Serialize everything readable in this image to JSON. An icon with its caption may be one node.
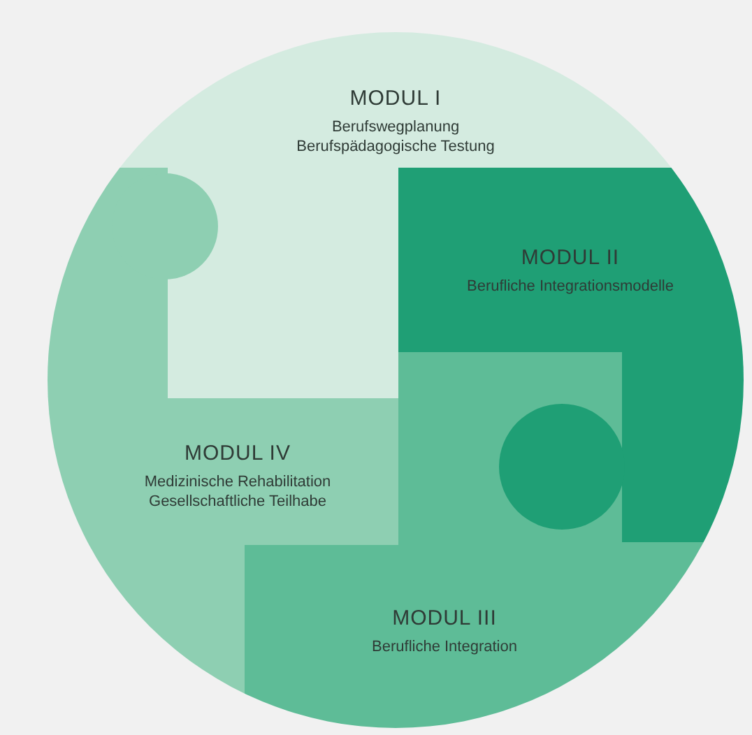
{
  "diagram": {
    "nodes": [
      {
        "text": [
          "MODUL I",
          "Berufswegplanung",
          "Berufspädagogische Testung"
        ]
      },
      {
        "text": [
          "MODUL II",
          "Berufliche Integrationsmodelle"
        ]
      },
      {
        "text": [
          "MODUL IV",
          "Medizinische Rehabilitation",
          "Gesellschaftliche Teilhabe"
        ]
      },
      {
        "text": [
          "MODUL III",
          "Berufliche Integration"
        ]
      }
    ]
  }
}
